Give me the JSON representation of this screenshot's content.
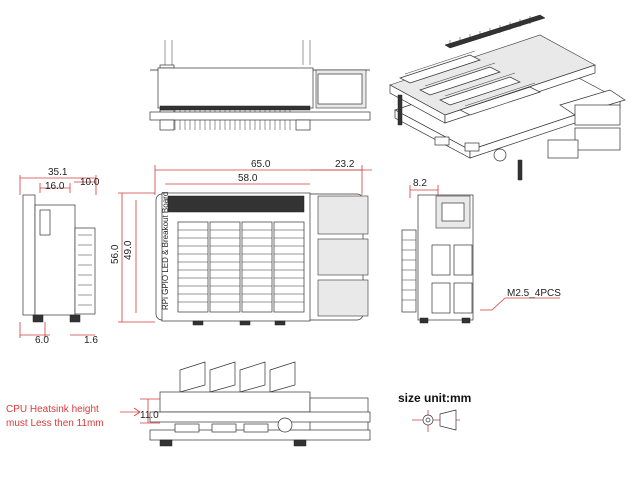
{
  "dimensions": {
    "top_length": "65.0",
    "top_inner": "58.0",
    "top_right": "23.2",
    "height_outer": "56.0",
    "height_inner": "49.0",
    "side_total": "35.1",
    "side_mid": "16.0",
    "side_small": "10.0",
    "side_bottom_left": "6.0",
    "side_bottom_right": "1.6",
    "right_width": "8.2",
    "heatsink_height": "11.0"
  },
  "labels": {
    "screw_callout": "M2.5_4PCS",
    "heatsink_note_line1": "CPU Heatsink height",
    "heatsink_note_line2": "must Less then 11mm",
    "size_unit": "size unit:mm",
    "board_text": "RPi GPIO LED & Breakout Board"
  }
}
